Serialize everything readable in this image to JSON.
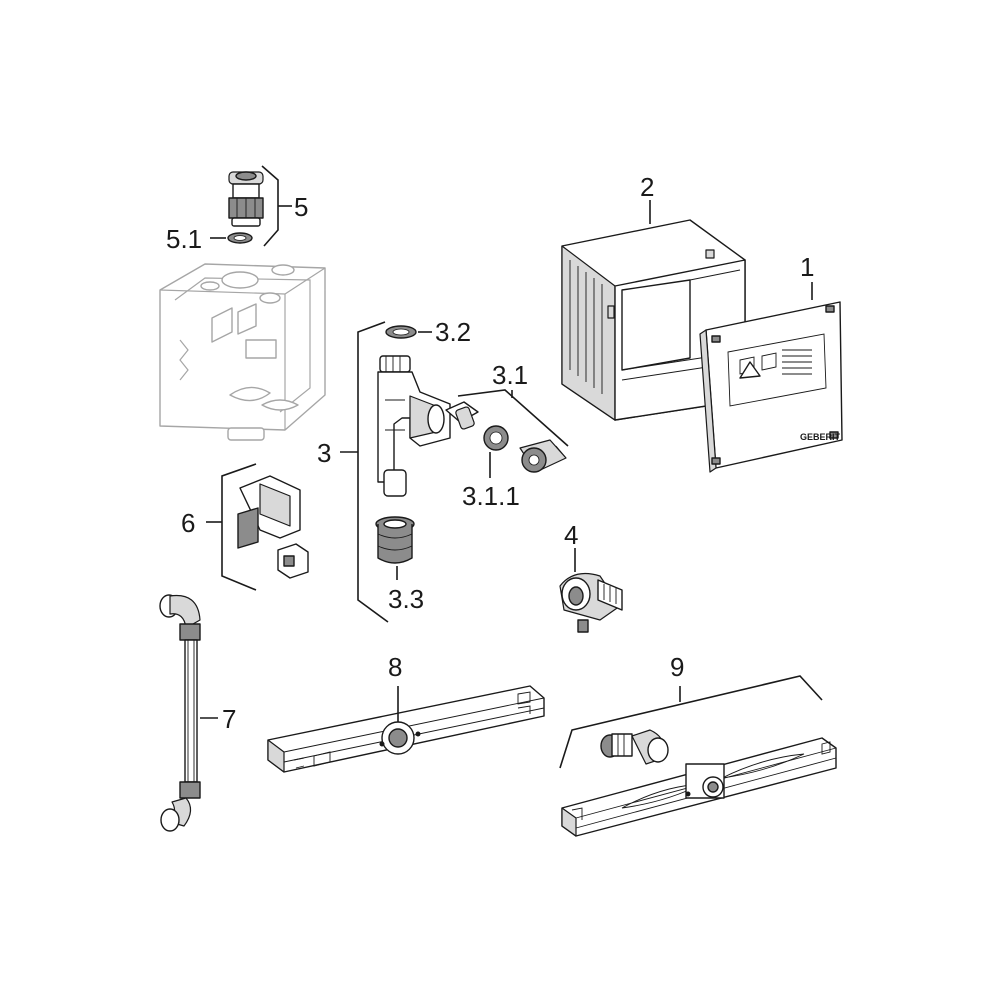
{
  "labels": {
    "l1": "1",
    "l2": "2",
    "l3": "3",
    "l3_1": "3.1",
    "l3_1_1": "3.1.1",
    "l3_2": "3.2",
    "l3_3": "3.3",
    "l4": "4",
    "l5": "5",
    "l5_1": "5.1",
    "l6": "6",
    "l7": "7",
    "l8": "8",
    "l9": "9"
  },
  "cover_brand": "GEBERIT"
}
